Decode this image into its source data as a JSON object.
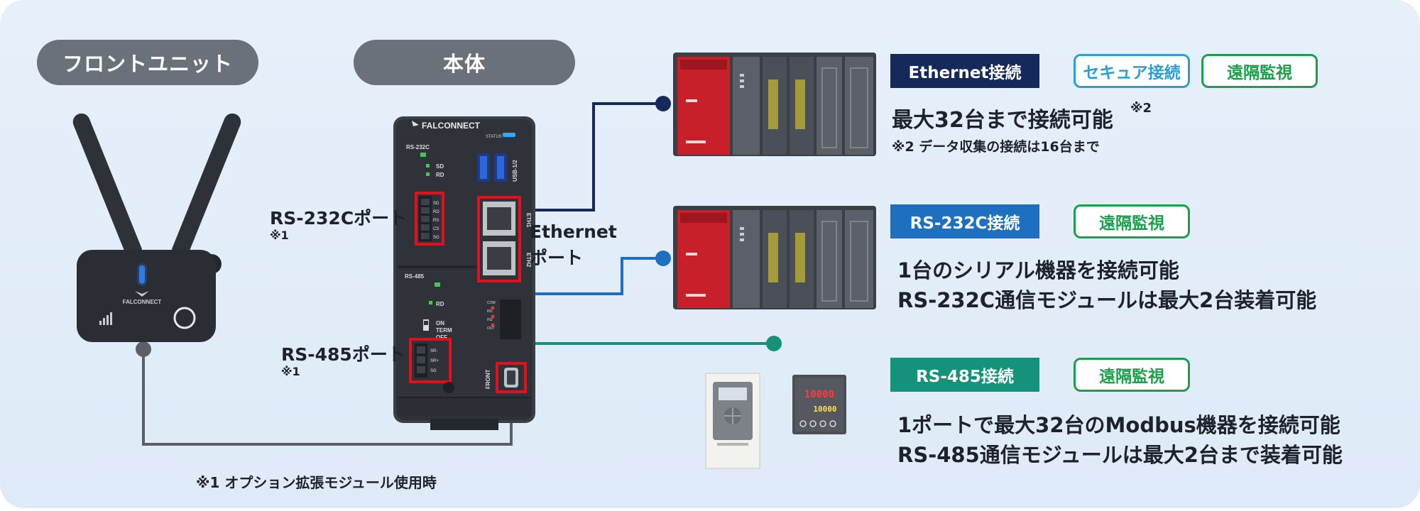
{
  "headers": {
    "front_unit": "フロントユニット",
    "main_body": "本体"
  },
  "device": {
    "brand": "FALCONNECT",
    "status_label": "STATUS",
    "usb_label": "USB-1/2",
    "rs232c_small": "RS-232C",
    "sd": "SD",
    "rd": "RD",
    "rs485_small": "RS-485",
    "rd2": "RD",
    "on": "ON",
    "term": "TERM",
    "off": "OFF",
    "front": "FRONT",
    "terminal_232": [
      "SD",
      "RD",
      "RS",
      "CS",
      "SG"
    ],
    "terminal_485": [
      "SR-",
      "SR+",
      "SG"
    ],
    "right_terms": [
      "COM",
      "IN1",
      "IN2",
      "OUT"
    ],
    "eth_side": [
      "ETH1",
      "ETH2"
    ]
  },
  "front_unit_device": {
    "brand": "FALCONNECT"
  },
  "port_labels": {
    "rs232c_port": "RS-232Cポート",
    "rs232c_note": "※1",
    "ethernet_port_line1": "Ethernet",
    "ethernet_port_line2": "ポート",
    "rs485_port": "RS-485ポート",
    "rs485_note": "※1"
  },
  "footnote_1": "※1 オプション拡張モジュール使用時",
  "ethernet_section": {
    "tag": "Ethernet接続",
    "badges": [
      "セキュア接続",
      "遠隔監視"
    ],
    "main_text": "最大32台まで接続可能",
    "main_note": "※2",
    "sub_text": "※2 データ収集の接続は16台まで"
  },
  "rs232c_section": {
    "tag": "RS-232C接続",
    "badges": [
      "遠隔監視"
    ],
    "line1": "1台のシリアル機器を接続可能",
    "line2": "RS-232C通信モジュールは最大2台装着可能"
  },
  "rs485_section": {
    "tag": "RS-485接続",
    "badges": [
      "遠隔監視"
    ],
    "line1": "1ポートで最大32台のModbus機器を接続可能",
    "line2": "RS-485通信モジュールは最大2台まで装着可能"
  },
  "controller_display": {
    "top": "10000",
    "bottom": "10000"
  },
  "colors": {
    "ethernet": "#15295a",
    "rs232c": "#1f6fc0",
    "rs485": "#14937a",
    "cyan_badge": "#2a9fd6",
    "green_badge": "#18a04a",
    "gray_line": "#5b6068",
    "port_highlight": "#e2101d"
  }
}
